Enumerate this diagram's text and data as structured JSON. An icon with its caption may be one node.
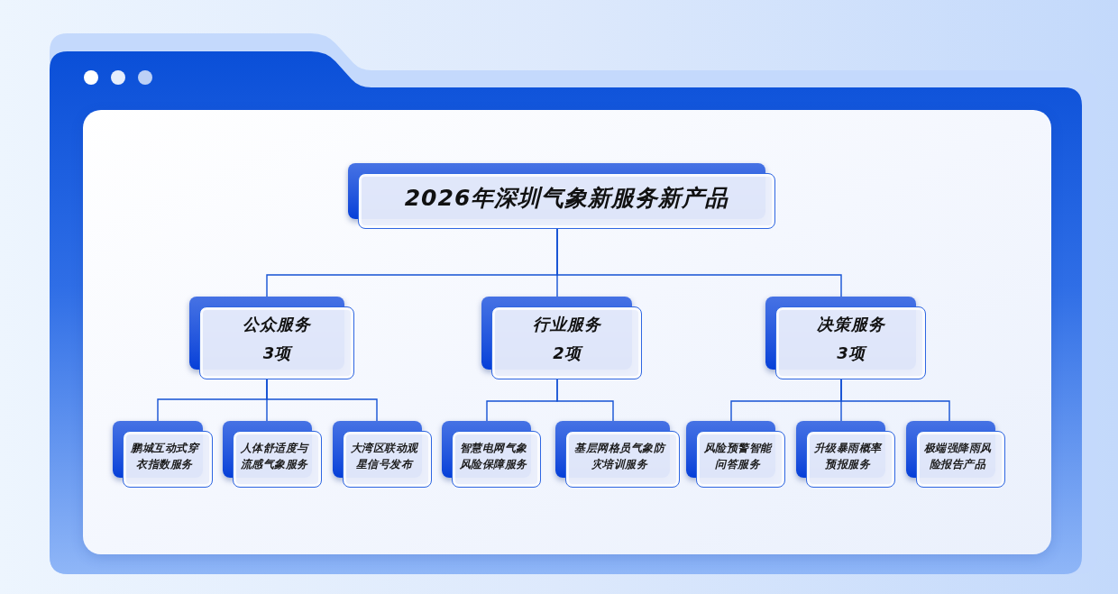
{
  "diagram": {
    "nodes": [
      {
        "text": [
          "2026年深圳气象新服务新产品"
        ]
      },
      {
        "text": [
          "公众服务",
          "3项"
        ]
      },
      {
        "text": [
          "行业服务",
          "2项"
        ]
      },
      {
        "text": [
          "决策服务",
          "3项"
        ]
      },
      {
        "text": [
          "鹏城互动式穿衣指数服务"
        ]
      },
      {
        "text": [
          "人体舒适度与流感气象服务"
        ]
      },
      {
        "text": [
          "大湾区联动观星信号发布"
        ]
      },
      {
        "text": [
          "智慧电网气象风险保障服务"
        ]
      },
      {
        "text": [
          "基层网格员气象防灾培训服务"
        ]
      },
      {
        "text": [
          "风险预警智能问答服务"
        ]
      },
      {
        "text": [
          "升级暴雨概率预报服务"
        ]
      },
      {
        "text": [
          "极端强降雨风险报告产品"
        ]
      }
    ],
    "edges": [
      {
        "from": 0,
        "to": 1,
        "arrow": "none"
      },
      {
        "from": 0,
        "to": 2,
        "arrow": "none"
      },
      {
        "from": 0,
        "to": 3,
        "arrow": "none"
      },
      {
        "from": 1,
        "to": 4,
        "arrow": "none"
      },
      {
        "from": 1,
        "to": 5,
        "arrow": "none"
      },
      {
        "from": 1,
        "to": 6,
        "arrow": "none"
      },
      {
        "from": 2,
        "to": 7,
        "arrow": "none"
      },
      {
        "from": 2,
        "to": 8,
        "arrow": "none"
      },
      {
        "from": 3,
        "to": 9,
        "arrow": "none"
      },
      {
        "from": 3,
        "to": 10,
        "arrow": "none"
      },
      {
        "from": 3,
        "to": 11,
        "arrow": "none"
      }
    ]
  }
}
